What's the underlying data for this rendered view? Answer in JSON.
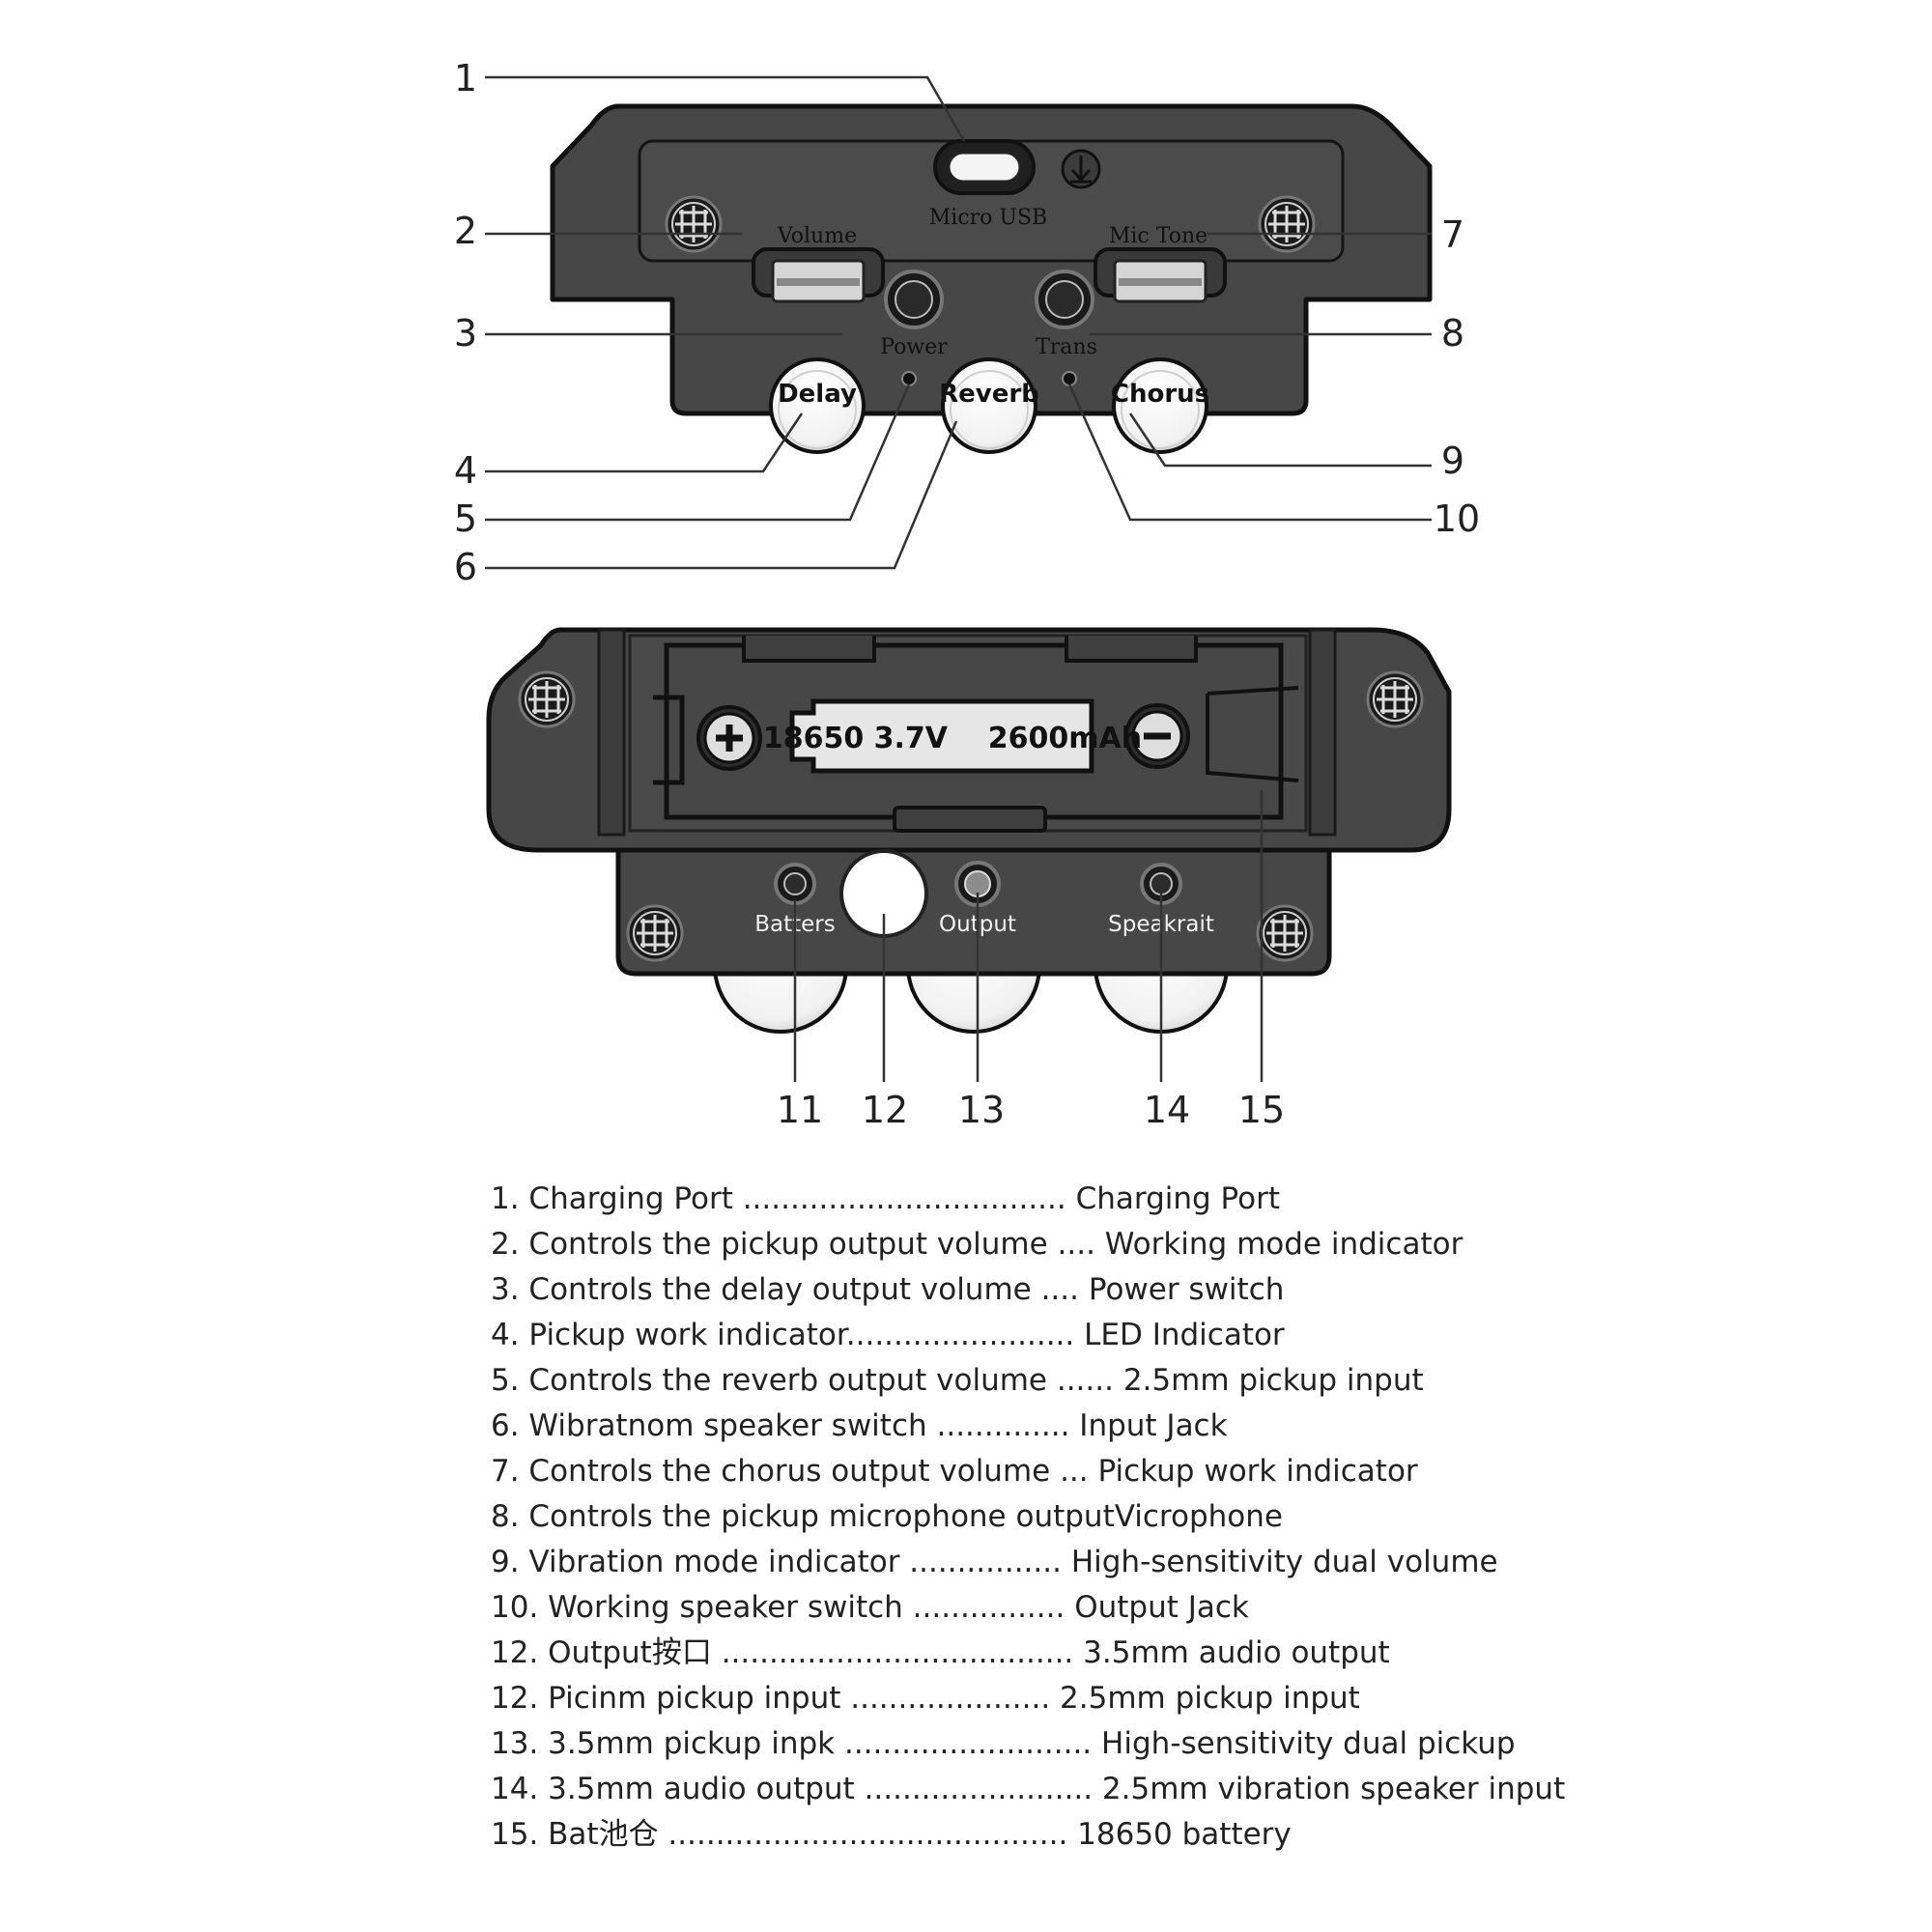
{
  "callout_numbers": [
    "1",
    "2",
    "3",
    "4",
    "5",
    "6",
    "7",
    "8",
    "9",
    "10",
    "11",
    "12",
    "13",
    "14",
    "15"
  ],
  "front_panel": {
    "micro_usb": "Micro USB",
    "volume": "Volume",
    "mic_tone": "Mic Tone",
    "power": "Power",
    "trans": "Trans",
    "delay": "Delay",
    "reverb": "Reverb",
    "chorus": "Chorus"
  },
  "back_panel": {
    "battery_text": "18650 3.7V    2600mAh",
    "batteries": "Batters",
    "output": "Output",
    "speaker": "Speakrait"
  },
  "legend": [
    "1. Charging Port .................................. Charging Port",
    "2. Controls the pickup output volume .... Working mode indicator",
    "3. Controls the delay output volume  ....  Power switch",
    "4. Pickup work indicator........................  LED Indicator",
    "5. Controls the reverb output volume ...... 2.5mm pickup input",
    "6. Wibratnom speaker switch ..............  Input Jack",
    "7. Controls the chorus output volume ... Pickup work indicator",
    "8. Controls the pickup microphone outputVicrophone",
    "9. Vibration mode indicator ................ High-sensitivity dual volume",
    "10. Working speaker switch ................  Output Jack",
    "12. Output按口 ..................................... 3.5mm audio output",
    "12. Picinm pickup input ..................... 2.5mm pickup input",
    "13. 3.5mm pickup inpk .......................... High-sensitivity dual pickup",
    "14. 3.5mm audio output ........................ 2.5mm vibration speaker input",
    "15. Bat池仓 .......................................... 18650 battery"
  ]
}
